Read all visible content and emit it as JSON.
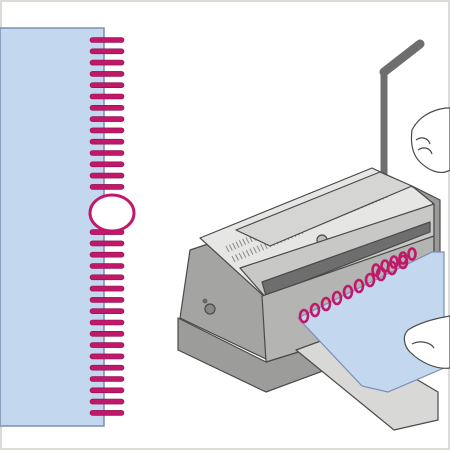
{
  "figure": {
    "subject": "wire-binding-machine-illustration",
    "left_panel": "bound-sheet-with-coil-loops",
    "right_panel": "binding-machine-with-hand-inserting-sheet"
  },
  "colors": {
    "sheet": "#c3d7ef",
    "sheet_edge": "#7d8fb0",
    "wire": "#c2186b",
    "wire_dark": "#8a0f4a",
    "machine_top": "#e6e6e4",
    "machine_side": "#a8a8a6",
    "machine_dark": "#6e6e6e",
    "outline": "#4a4a4a",
    "frame": "#dcdcd6"
  },
  "icons": {
    "crank": "handle-lever",
    "hand": "hand-illustration"
  }
}
